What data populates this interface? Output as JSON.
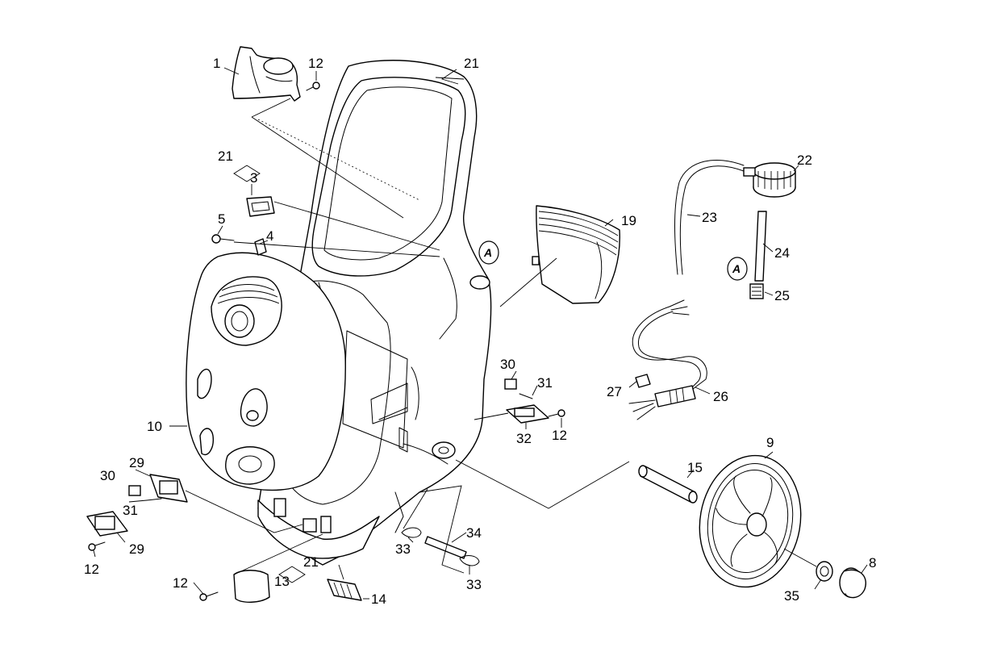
{
  "labels": {
    "l1": "1",
    "l12a": "12",
    "l21a": "21",
    "l21b": "21",
    "l3": "3",
    "l5": "5",
    "l4": "4",
    "l10": "10",
    "l19": "19",
    "l22": "22",
    "l23": "23",
    "l24": "24",
    "l25": "25",
    "l30a": "30",
    "l31a": "31",
    "l32": "32",
    "l12b": "12",
    "l27": "27",
    "l26": "26",
    "l9": "9",
    "l15": "15",
    "l29a": "29",
    "l30b": "30",
    "l31b": "31",
    "l29b": "29",
    "l12c": "12",
    "l12d": "12",
    "l13": "13",
    "l21c": "21",
    "l14": "14",
    "l33a": "33",
    "l34": "34",
    "l33b": "33",
    "l35": "35",
    "l8": "8"
  },
  "markers": {
    "a1": "A",
    "a2": "A"
  }
}
